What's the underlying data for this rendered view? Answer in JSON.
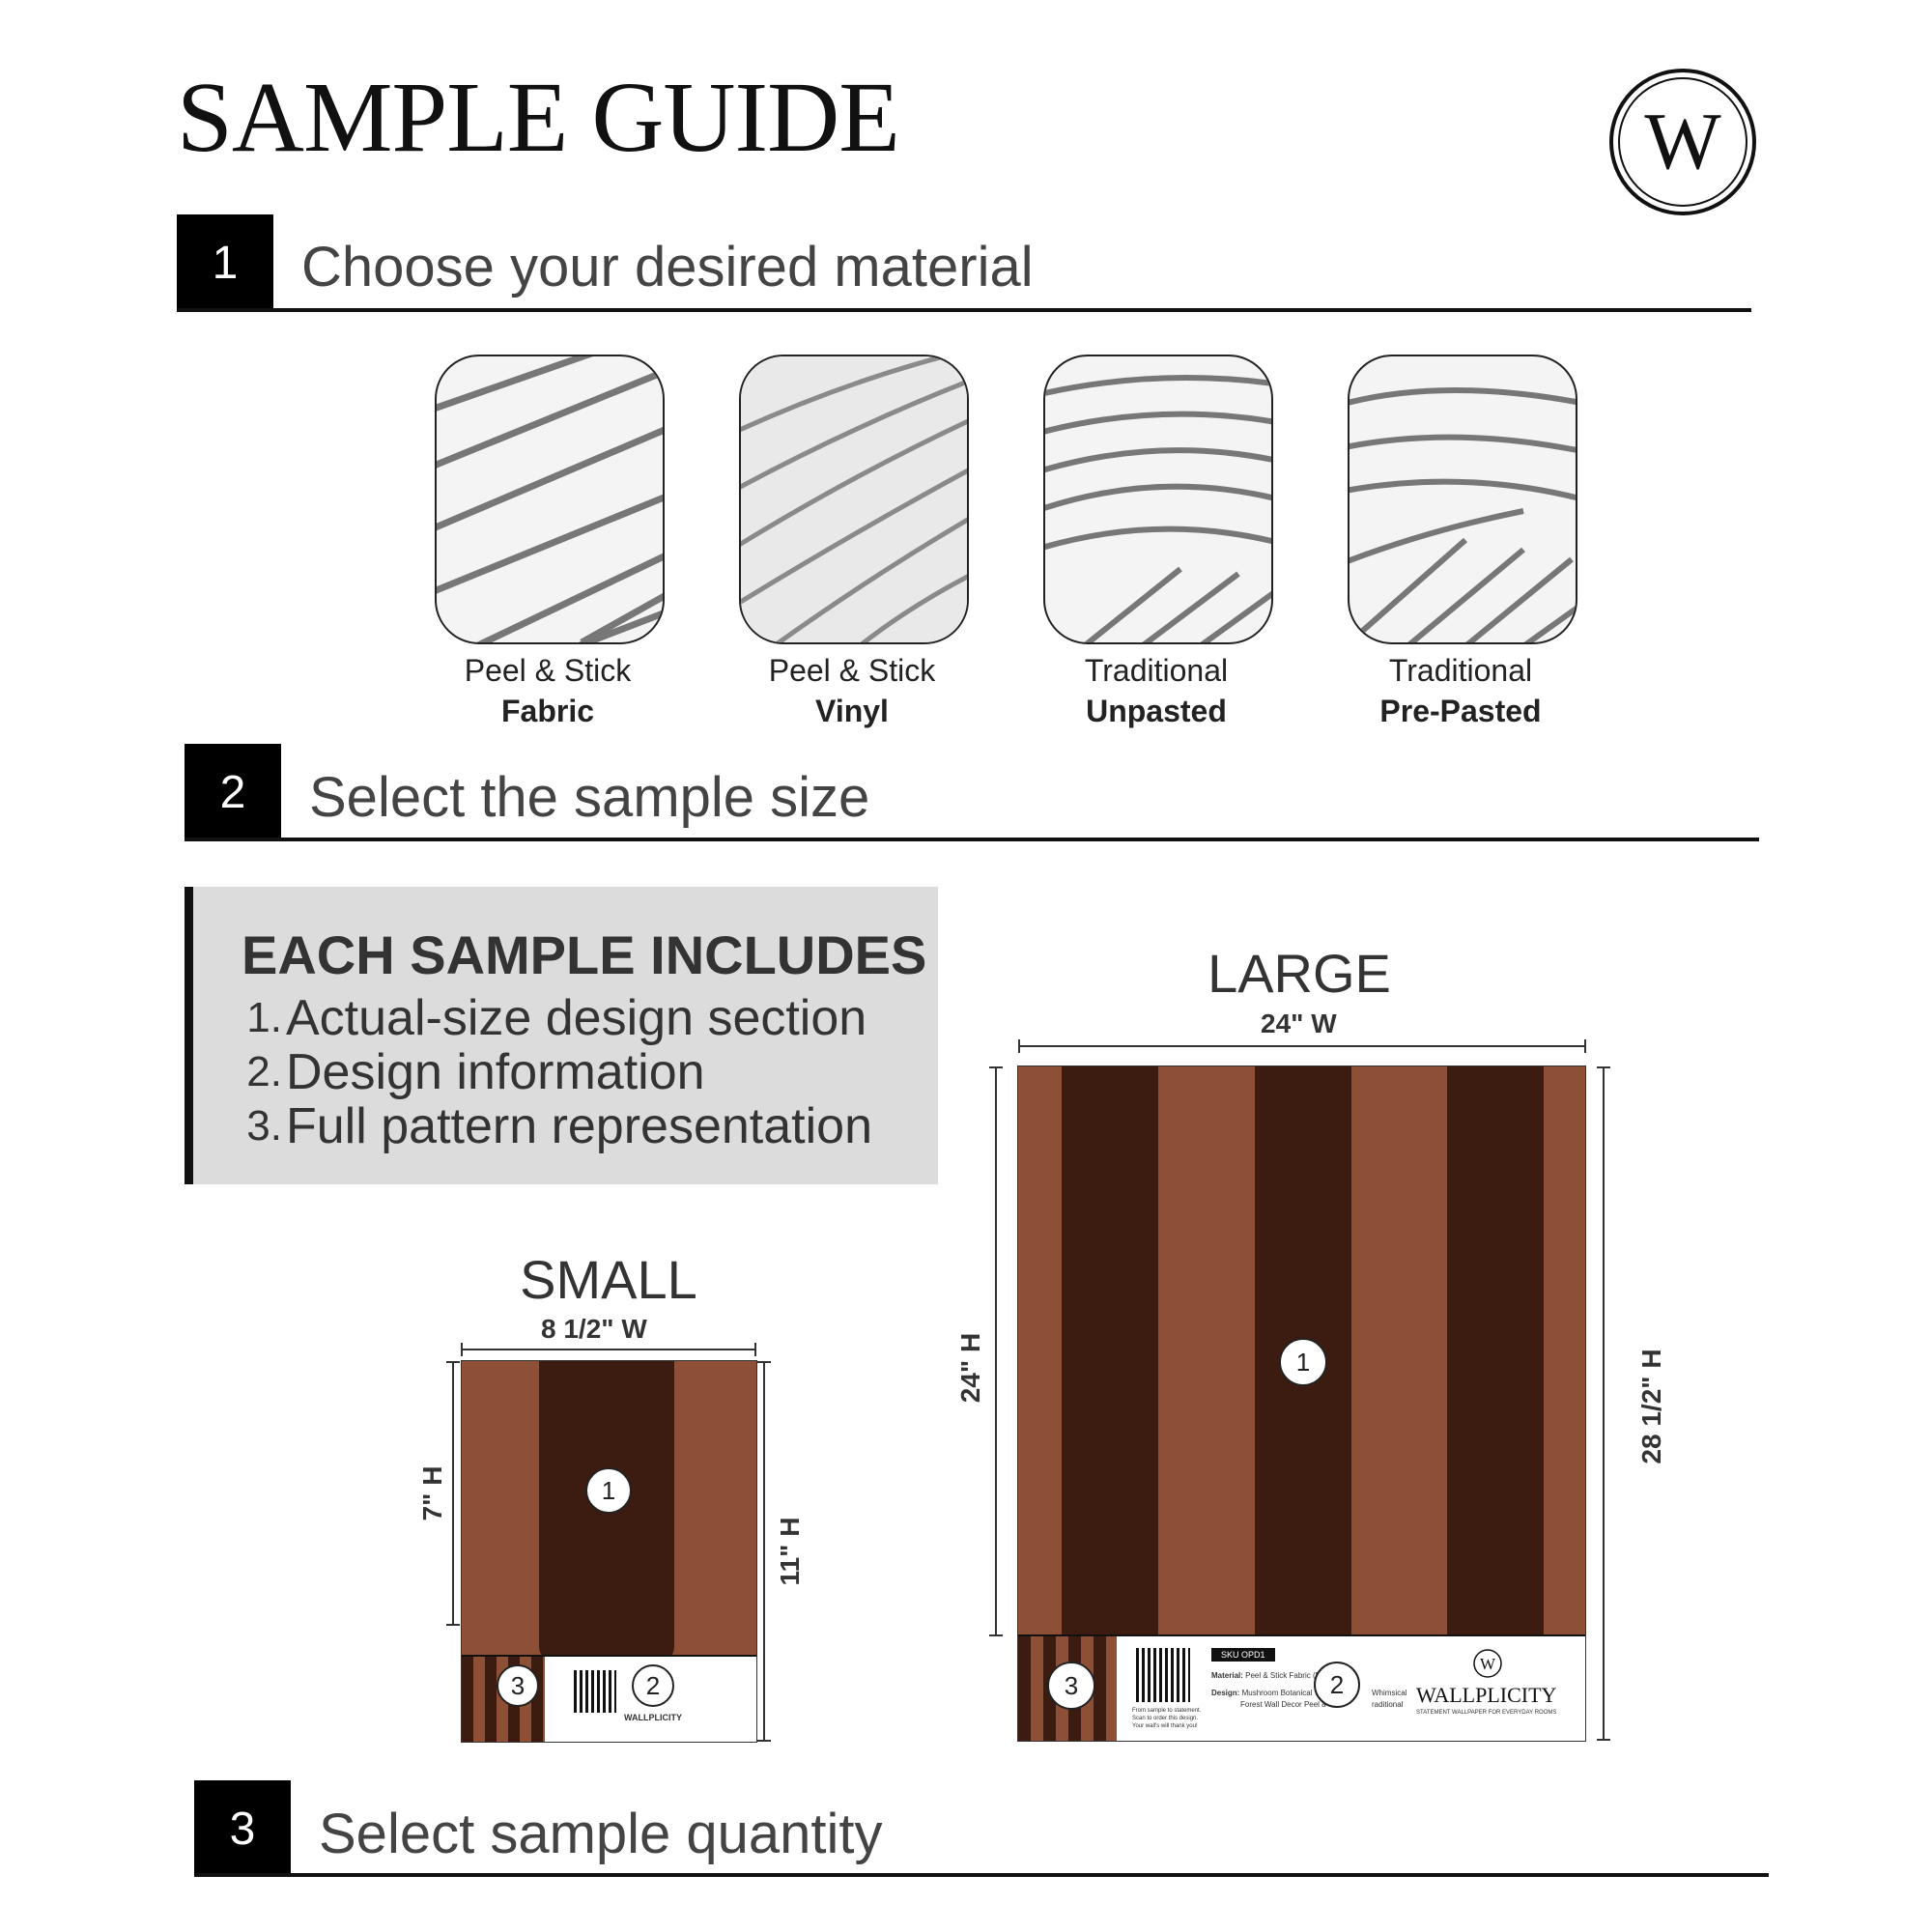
{
  "header": {
    "title": "SAMPLE GUIDE",
    "logo_letter": "W"
  },
  "steps": [
    {
      "number": "1",
      "title": "Choose your desired material"
    },
    {
      "number": "2",
      "title": "Select the sample size"
    },
    {
      "number": "3",
      "title": "Select sample quantity"
    }
  ],
  "materials": [
    {
      "line1": "Peel & Stick",
      "line2": "Fabric"
    },
    {
      "line1": "Peel & Stick",
      "line2": "Vinyl"
    },
    {
      "line1": "Traditional",
      "line2": "Unpasted"
    },
    {
      "line1": "Traditional",
      "line2": "Pre-Pasted"
    }
  ],
  "includes": {
    "title": "EACH SAMPLE INCLUDES",
    "items": [
      {
        "num": "1.",
        "text": "Actual-size design section"
      },
      {
        "num": "2.",
        "text": "Design information"
      },
      {
        "num": "3.",
        "text": "Full pattern representation"
      }
    ]
  },
  "sizes": {
    "small": {
      "label": "SMALL",
      "width": "8 1/2\" W",
      "design_height": "7\" H",
      "total_height": "11\" H"
    },
    "large": {
      "label": "LARGE",
      "width": "24\" W",
      "design_height": "24\" H",
      "total_height": "28 1/2\" H"
    }
  },
  "callouts": {
    "one": "1",
    "two": "2",
    "three": "3"
  },
  "sample_card": {
    "brand": "WALLPLICITY",
    "tagline": "STATEMENT WALLPAPER FOR EVERYDAY ROOMS",
    "sku": "SKU OPD1",
    "material_label": "Material:",
    "material_value": "Peel & Stick Fabric (R",
    "design_label": "Design:",
    "design_value": "Mushroom Botanical W",
    "design_value2": "Forest Wall Decor Peel a",
    "design_suffix": "Whimsical",
    "design_suffix2": "raditional",
    "qr_note1": "From sample to statement.",
    "qr_note2": "Scan to order this design.",
    "qr_note3": "Your wall's will thank you!"
  },
  "colors": {
    "stripe_light": "#8e4f37",
    "stripe_dark": "#3c1c10"
  }
}
